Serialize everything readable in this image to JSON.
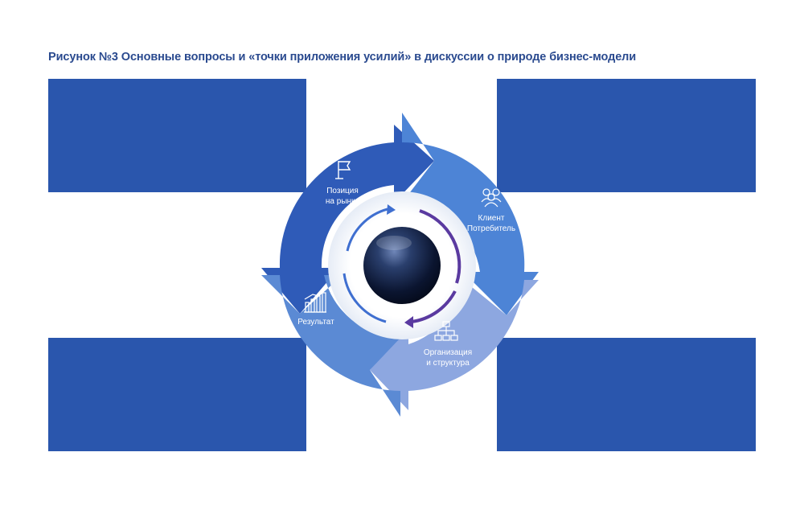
{
  "title": "Рисунок №3 Основные вопросы и «точки приложения усилий» в дискуссии о природе бизнес-модели",
  "segments": {
    "market": {
      "line1": "Позиция",
      "line2": "на рынке",
      "icon": "flag-icon"
    },
    "client": {
      "line1": "Клиент",
      "line2": "Потребитель",
      "icon": "people-icon"
    },
    "organization": {
      "line1": "Организация",
      "line2": "и структура",
      "icon": "org-chart-icon"
    },
    "result": {
      "line1": "Результат",
      "icon": "bar-chart-icon"
    }
  },
  "colors": {
    "panel": "#2a56ad",
    "title": "#2a4a8f",
    "segment_market": "#2f5bb8",
    "segment_client": "#4d84d6",
    "segment_organization": "#8da7e0",
    "segment_result": "#5b8ad4",
    "center": "#0d1a3a"
  }
}
